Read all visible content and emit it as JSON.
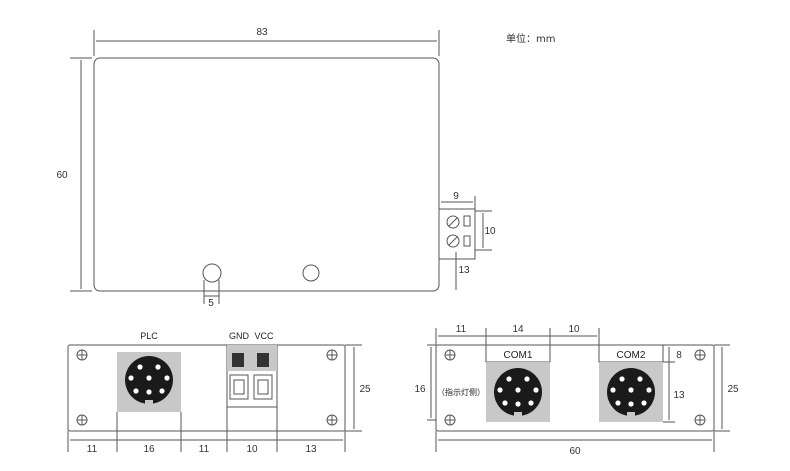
{
  "unit_label": "单位：mm",
  "top_view": {
    "width": "83",
    "height": "60",
    "terminal_width": "9",
    "terminal_height": "10",
    "terminal_offset": "13",
    "led_width": "5"
  },
  "front_view": {
    "plc_label": "PLC",
    "gnd_label": "GND",
    "vcc_label": "VCC",
    "height": "25",
    "seg1": "11",
    "seg2": "16",
    "seg3": "11",
    "seg4": "10",
    "seg5": "13"
  },
  "back_view": {
    "com1_label": "COM1",
    "com2_label": "COM2",
    "indicator_label": "（指示灯侧）",
    "top1": "11",
    "top2": "14",
    "top3": "10",
    "width": "60",
    "height": "25",
    "left_height": "16",
    "com_label_height": "8",
    "com_height": "13"
  },
  "colors": {
    "line": "#555555",
    "grey_block": "#c8c8c8",
    "connector": "#1a1a1a"
  }
}
